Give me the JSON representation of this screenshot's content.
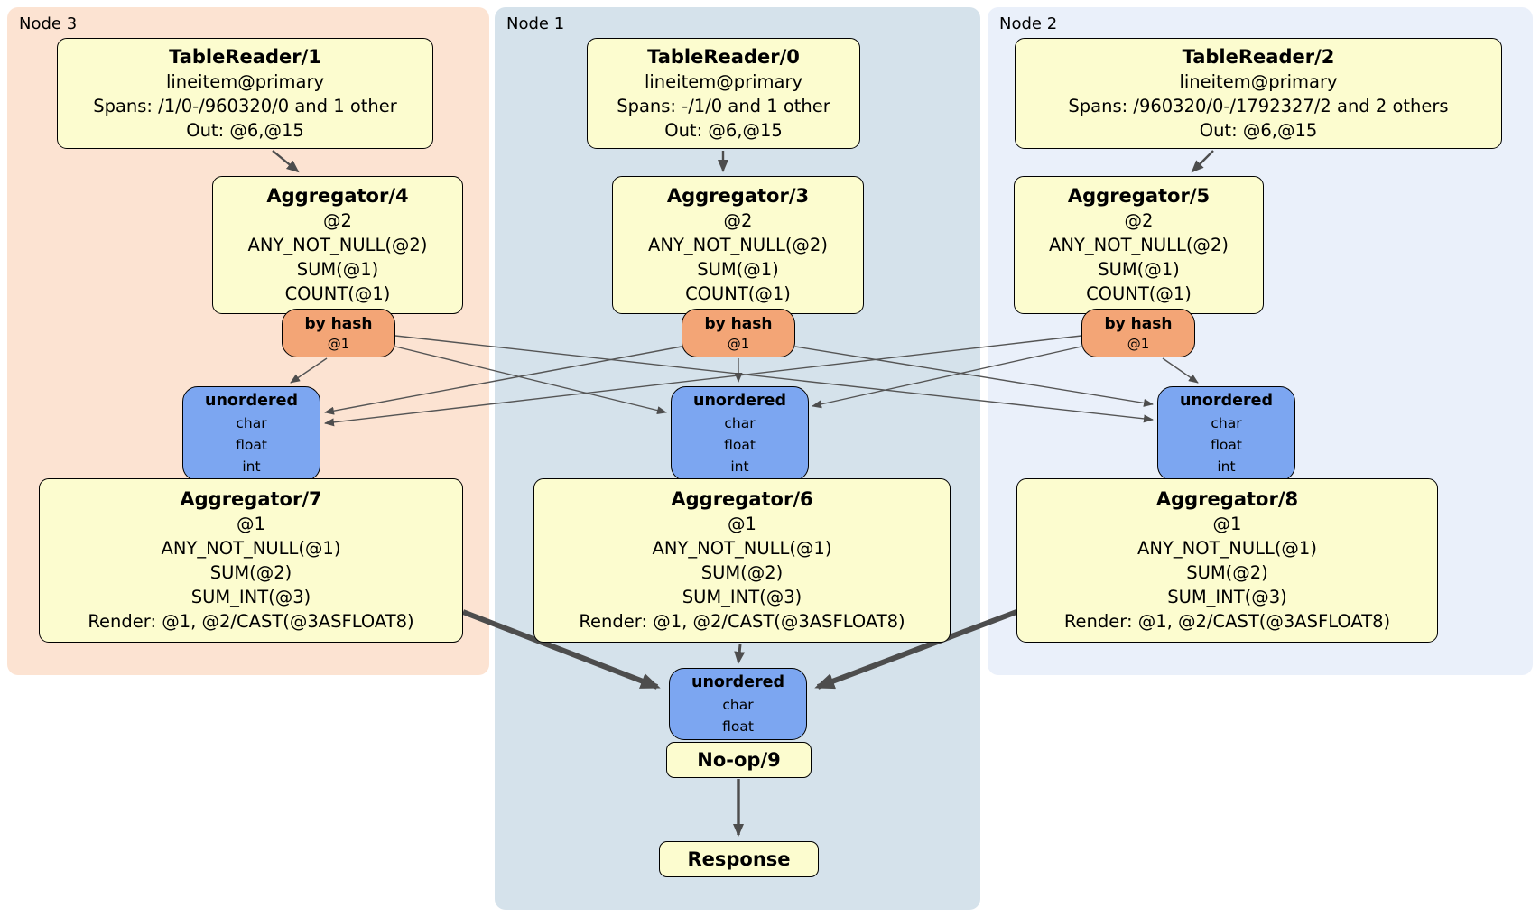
{
  "regions": [
    {
      "label": "Node 3"
    },
    {
      "label": "Node 1"
    },
    {
      "label": "Node 2"
    }
  ],
  "processors": {
    "tr1": {
      "title": "TableReader/1",
      "lines": [
        "lineitem@primary",
        "Spans: /1/0-/960320/0 and 1 other",
        "Out: @6,@15"
      ]
    },
    "tr0": {
      "title": "TableReader/0",
      "lines": [
        "lineitem@primary",
        "Spans: -/1/0 and 1 other",
        "Out: @6,@15"
      ]
    },
    "tr2": {
      "title": "TableReader/2",
      "lines": [
        "lineitem@primary",
        "Spans: /960320/0-/1792327/2 and 2 others",
        "Out: @6,@15"
      ]
    },
    "agg4": {
      "title": "Aggregator/4",
      "lines": [
        "@2",
        "ANY_NOT_NULL(@2)",
        "SUM(@1)",
        "COUNT(@1)"
      ]
    },
    "agg3": {
      "title": "Aggregator/3",
      "lines": [
        "@2",
        "ANY_NOT_NULL(@2)",
        "SUM(@1)",
        "COUNT(@1)"
      ]
    },
    "agg5": {
      "title": "Aggregator/5",
      "lines": [
        "@2",
        "ANY_NOT_NULL(@2)",
        "SUM(@1)",
        "COUNT(@1)"
      ]
    },
    "agg7": {
      "title": "Aggregator/7",
      "lines": [
        "@1",
        "ANY_NOT_NULL(@1)",
        "SUM(@2)",
        "SUM_INT(@3)",
        "Render: @1, @2/CAST(@3ASFLOAT8)"
      ]
    },
    "agg6": {
      "title": "Aggregator/6",
      "lines": [
        "@1",
        "ANY_NOT_NULL(@1)",
        "SUM(@2)",
        "SUM_INT(@3)",
        "Render: @1, @2/CAST(@3ASFLOAT8)"
      ]
    },
    "agg8": {
      "title": "Aggregator/8",
      "lines": [
        "@1",
        "ANY_NOT_NULL(@1)",
        "SUM(@2)",
        "SUM_INT(@3)",
        "Render: @1, @2/CAST(@3ASFLOAT8)"
      ]
    },
    "noop": {
      "title": "No-op/9"
    },
    "response": {
      "title": "Response"
    }
  },
  "routers": {
    "hash3": {
      "title": "by hash",
      "lines": [
        "@1"
      ]
    },
    "hash1": {
      "title": "by hash",
      "lines": [
        "@1"
      ]
    },
    "hash2": {
      "title": "by hash",
      "lines": [
        "@1"
      ]
    }
  },
  "streams": {
    "unord3": {
      "title": "unordered",
      "lines": [
        "char",
        "float",
        "int"
      ]
    },
    "unord1": {
      "title": "unordered",
      "lines": [
        "char",
        "float",
        "int"
      ]
    },
    "unord2": {
      "title": "unordered",
      "lines": [
        "char",
        "float",
        "int"
      ]
    },
    "final": {
      "title": "unordered",
      "lines": [
        "char",
        "float"
      ]
    }
  },
  "colors": {
    "region_node3": "#fce3d2",
    "region_node1": "#d5e2eb",
    "region_node2": "#eaf0fa",
    "processor_fill": "#fcfccf",
    "router_fill": "#f3a576",
    "stream_fill": "#7ca6f1",
    "edge": "#4d4d4d"
  }
}
